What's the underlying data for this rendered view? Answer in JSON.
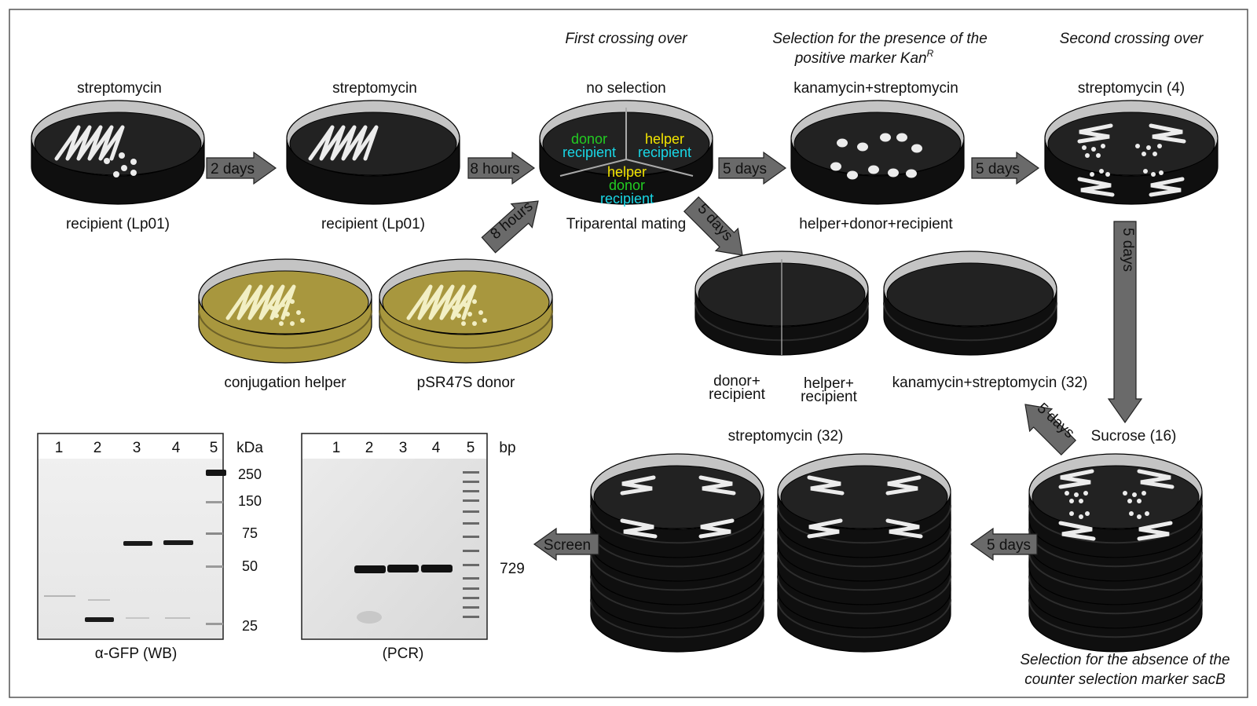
{
  "colors": {
    "plate_agar": "#222222",
    "plate_rim": "#c4c4c4",
    "plate_side": "#0f0f0f",
    "donor_plate": "#a8973e",
    "colony": "#ececec",
    "arrow_fill": "#6a6a6a",
    "text_donor": "#22cc22",
    "text_recipient": "#19d7e6",
    "text_helper": "#f2e400"
  },
  "top_row": {
    "plate1": {
      "top_label": "streptomycin",
      "bottom_label": "recipient (Lp01)"
    },
    "arrow1": "2 days",
    "plate2": {
      "top_label": "streptomycin",
      "bottom_label": "recipient (Lp01)"
    },
    "arrow2": "8 hours",
    "plate3": {
      "header": "First crossing over",
      "top_label": "no selection",
      "bottom_label": "Triparental mating",
      "sector_left": [
        "donor",
        "recipient"
      ],
      "sector_right": [
        "helper",
        "recipient"
      ],
      "sector_bottom": [
        "helper",
        "donor",
        "recipient"
      ]
    },
    "arrow3": "5 days",
    "plate4": {
      "header_line1": "Selection for the presence of the",
      "header_line2": "positive marker Kan",
      "header_sup": "R",
      "top_label": "kanamycin+streptomycin",
      "bottom_label": "helper+donor+recipient"
    },
    "arrow4": "5 days",
    "plate5": {
      "header": "Second crossing over",
      "top_label": "streptomycin (4)"
    }
  },
  "diag_arrow_up": "8 hours",
  "diag_arrow_down": "5 days",
  "donor_plates": {
    "left_label": "conjugation helper",
    "right_label": "pSR47S donor"
  },
  "control_plates": {
    "split_left": [
      "donor+",
      "recipient"
    ],
    "split_right": [
      "helper+",
      "recipient"
    ],
    "right_label": "kanamycin+streptomycin (32)"
  },
  "vertical_arrow": "5 days",
  "sucrose": {
    "label": "Sucrose (16)",
    "arrow_up": "5 days",
    "caption_line1": "Selection for the absence of the",
    "caption_line2": "counter selection marker sacB"
  },
  "stack_row": {
    "top_label": "streptomycin (32)",
    "arrow_left": "5 days",
    "screen": "Screen"
  },
  "western_blot": {
    "lanes": [
      "1",
      "2",
      "3",
      "4",
      "5"
    ],
    "unit": "kDa",
    "markers": [
      "250",
      "150",
      "75",
      "50",
      "25"
    ],
    "caption": "α-GFP (WB)"
  },
  "pcr_gel": {
    "lanes": [
      "1",
      "2",
      "3",
      "4",
      "5"
    ],
    "unit": "bp",
    "band_size": "729",
    "caption": "(PCR)"
  }
}
